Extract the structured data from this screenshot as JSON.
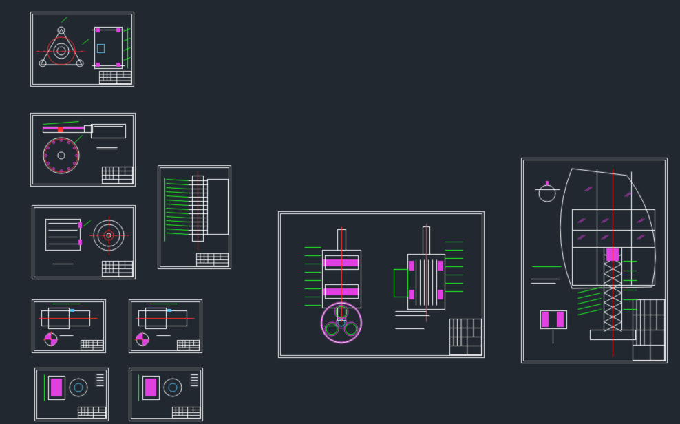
{
  "app": {
    "background_color": "#212830",
    "view": "model-space"
  },
  "palette": {
    "frame": "#f2f2f2",
    "geometry": "#ffffff",
    "leader": "#1fff1f",
    "section": "#e040e0",
    "centerline": "#ff3030",
    "accent": "#4fc3f7"
  },
  "sheets": [
    {
      "id": "sheet-1",
      "kind": "gear-housing-triangle"
    },
    {
      "id": "sheet-2",
      "kind": "flange-disc"
    },
    {
      "id": "sheet-3",
      "kind": "cylindrical-part"
    },
    {
      "id": "sheet-4",
      "kind": "shaft-assembly"
    },
    {
      "id": "sheet-5",
      "kind": "shaft"
    },
    {
      "id": "sheet-6",
      "kind": "shaft-2"
    },
    {
      "id": "sheet-7",
      "kind": "small-cylinder"
    },
    {
      "id": "sheet-8",
      "kind": "small-cylinder-2"
    },
    {
      "id": "sheet-9",
      "kind": "planetary-gearbox-assembly"
    },
    {
      "id": "sheet-10",
      "kind": "tower-crane-general-arrangement"
    }
  ]
}
